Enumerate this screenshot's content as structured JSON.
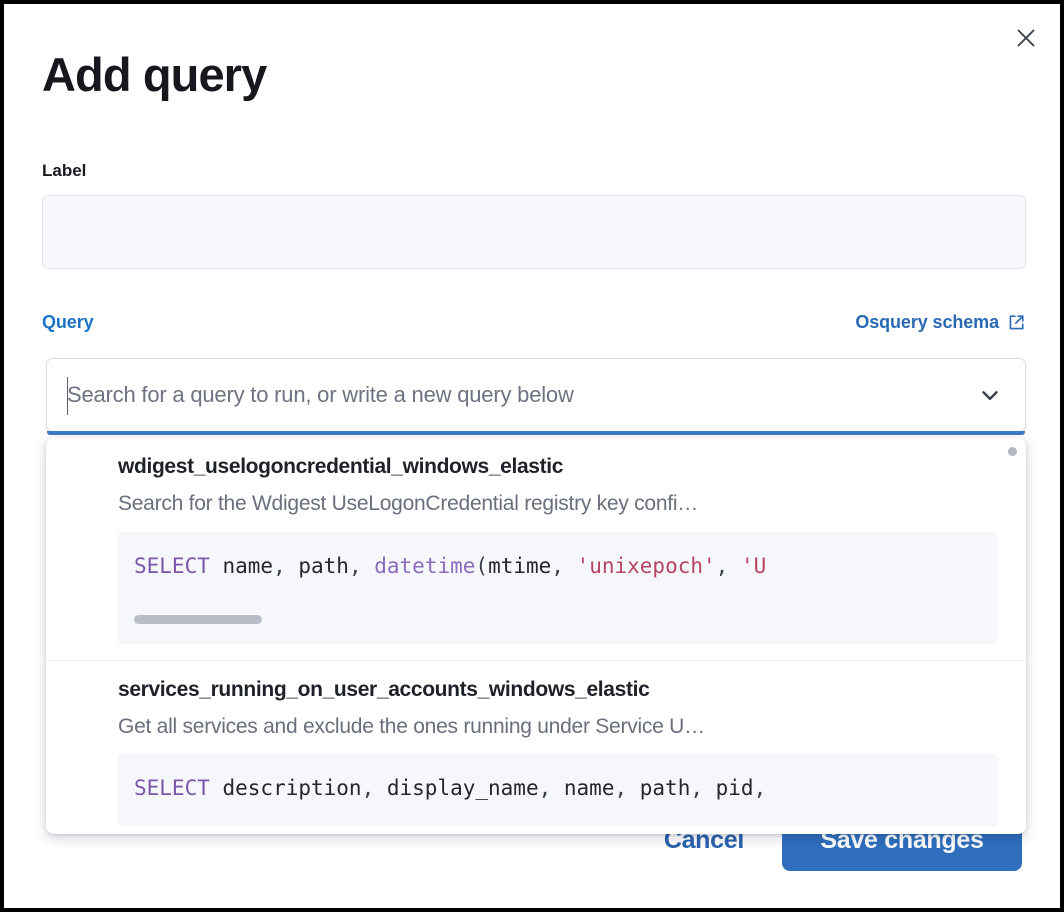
{
  "modal": {
    "title": "Add query",
    "close_icon": "close-icon"
  },
  "form": {
    "label_field": {
      "label": "Label",
      "value": "",
      "placeholder": ""
    },
    "query_field": {
      "legend": "Query",
      "schema_link_text": "Osquery schema",
      "schema_link_icon": "external-link-icon",
      "combo_placeholder": "Search for a query to run, or write a new query below",
      "combo_value": "",
      "chevron_icon": "chevron-down-icon"
    }
  },
  "dropdown": {
    "options": [
      {
        "title": "wdigest_uselogoncredential_windows_elastic",
        "description": "Search for the Wdigest UseLogonCredential registry key confi…",
        "code_tokens": [
          {
            "t": "SELECT",
            "c": "kw"
          },
          {
            "t": " name",
            "c": "plain"
          },
          {
            "t": ", ",
            "c": "punc"
          },
          {
            "t": "path",
            "c": "plain"
          },
          {
            "t": ", ",
            "c": "punc"
          },
          {
            "t": "datetime",
            "c": "fn"
          },
          {
            "t": "(",
            "c": "punc"
          },
          {
            "t": "mtime",
            "c": "plain"
          },
          {
            "t": ", ",
            "c": "punc"
          },
          {
            "t": "'unixepoch'",
            "c": "str"
          },
          {
            "t": ", ",
            "c": "punc"
          },
          {
            "t": "'U",
            "c": "str"
          }
        ],
        "code_plain": "SELECT name, path, datetime(mtime, 'unixepoch', 'U",
        "has_scrollbar": true
      },
      {
        "title": "services_running_on_user_accounts_windows_elastic",
        "description": "Get all services and exclude the ones running under Service U…",
        "code_tokens": [
          {
            "t": "SELECT",
            "c": "kw"
          },
          {
            "t": " description",
            "c": "plain"
          },
          {
            "t": ", ",
            "c": "punc"
          },
          {
            "t": "display_name",
            "c": "plain"
          },
          {
            "t": ", ",
            "c": "punc"
          },
          {
            "t": "name",
            "c": "plain"
          },
          {
            "t": ", ",
            "c": "punc"
          },
          {
            "t": "path",
            "c": "plain"
          },
          {
            "t": ", ",
            "c": "punc"
          },
          {
            "t": "pid",
            "c": "plain"
          },
          {
            "t": ",",
            "c": "punc"
          }
        ],
        "code_plain": "SELECT description, display_name, name, path, pid,",
        "has_scrollbar": false
      }
    ]
  },
  "footer": {
    "cancel_label": "Cancel",
    "save_label": "Save changes"
  },
  "colors": {
    "accent_blue": "#2f6fbe",
    "link_blue": "#2a6ab5",
    "legend_blue": "#1a73c8",
    "sql_keyword": "#7a57ab",
    "sql_function": "#8b6bbd",
    "sql_string": "#b8455f",
    "code_bg": "#f6f7fb",
    "input_bg": "#f7f8fc"
  }
}
